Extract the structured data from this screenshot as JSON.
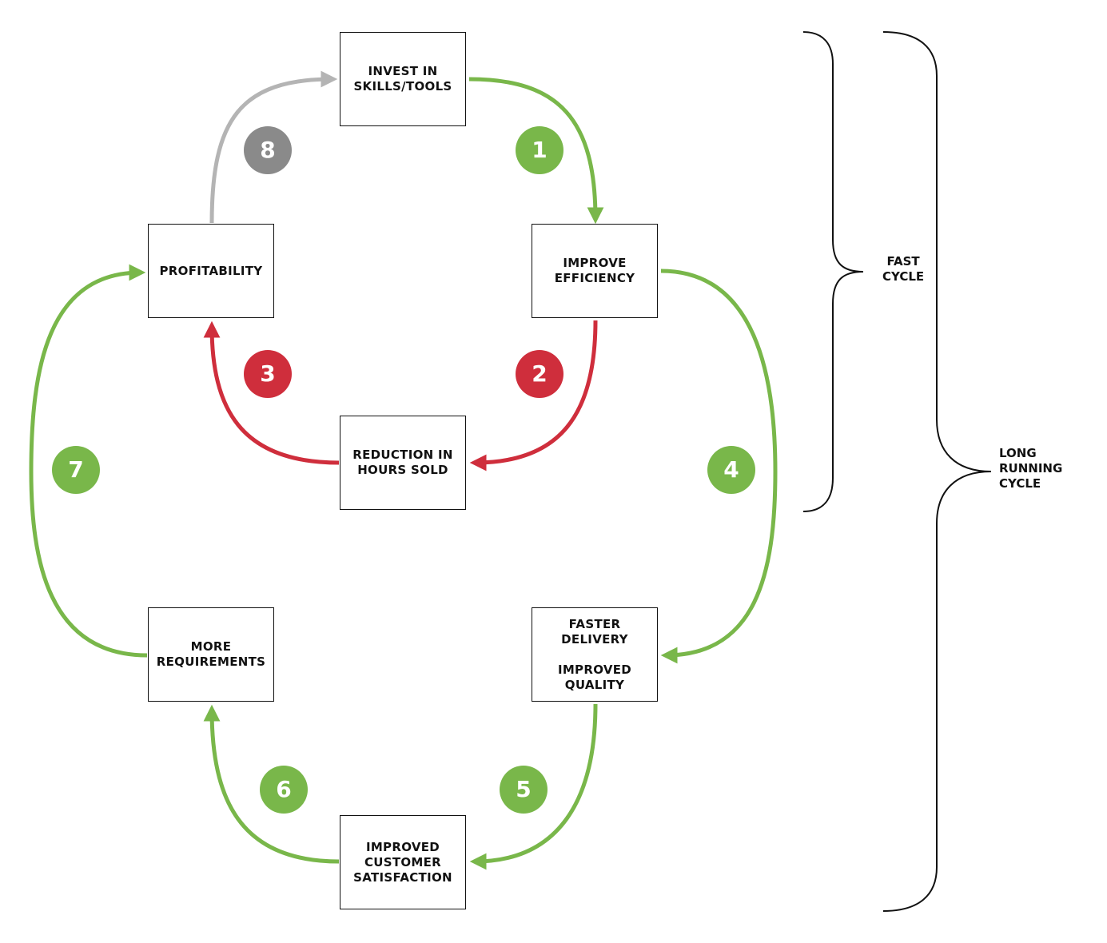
{
  "colors": {
    "green": "#79b74a",
    "red": "#cf2e3c",
    "gray": "#b4b4b4",
    "badge_gray": "#8a8a8a",
    "ink": "#111111"
  },
  "nodes": {
    "invest": {
      "lines": [
        "INVEST IN",
        "SKILLS/TOOLS"
      ]
    },
    "efficiency": {
      "lines": [
        "IMPROVE",
        "EFFICIENCY"
      ]
    },
    "profitability": {
      "lines": [
        "PROFITABILITY"
      ]
    },
    "reduction": {
      "lines": [
        "REDUCTION IN",
        "HOURS SOLD"
      ]
    },
    "delivery": {
      "lines": [
        "FASTER",
        "DELIVERY",
        "",
        "IMPROVED",
        "QUALITY"
      ]
    },
    "requirements": {
      "lines": [
        "MORE",
        "REQUIREMENTS"
      ]
    },
    "satisfaction": {
      "lines": [
        "IMPROVED",
        "CUSTOMER",
        "SATISFACTION"
      ]
    }
  },
  "steps": [
    {
      "number": "1",
      "color": "green"
    },
    {
      "number": "2",
      "color": "red"
    },
    {
      "number": "3",
      "color": "red"
    },
    {
      "number": "4",
      "color": "green"
    },
    {
      "number": "5",
      "color": "green"
    },
    {
      "number": "6",
      "color": "green"
    },
    {
      "number": "7",
      "color": "green"
    },
    {
      "number": "8",
      "color": "gray"
    }
  ],
  "braces": {
    "fast": {
      "lines": [
        "FAST",
        "CYCLE"
      ]
    },
    "long": {
      "lines": [
        "LONG",
        "RUNNING",
        "CYCLE"
      ]
    }
  }
}
